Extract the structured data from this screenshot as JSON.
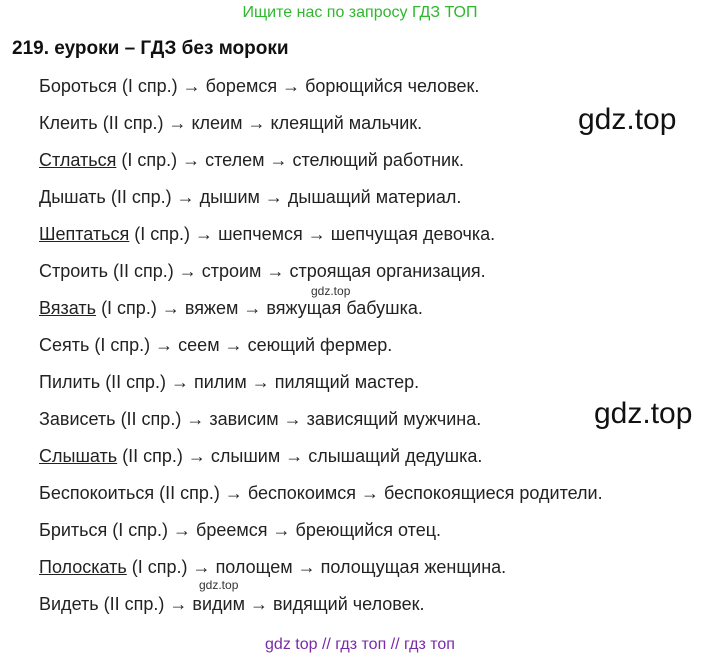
{
  "header": {
    "banner": "Ищите нас по запросу ГДЗ ТОП"
  },
  "task": {
    "title": "219. еуроки – ГДЗ без мороки"
  },
  "watermarks": {
    "big_1": "gdz.top",
    "big_2": "gdz.top",
    "small_1": "gdz.top",
    "small_2": "gdz.top"
  },
  "footer": {
    "text": "gdz top  //  гдз топ  //  гдз топ"
  },
  "rows": [
    {
      "verb": "Бороться",
      "conj": "(I спр.)",
      "form": "боремся",
      "part": "борющийся",
      "noun": "человек.",
      "u": false
    },
    {
      "verb": "Клеить",
      "conj": "(II спр.)",
      "form": "клеим",
      "part": "клеящий",
      "noun": "мальчик.",
      "u": false
    },
    {
      "verb": "Стлаться",
      "conj": "(I спр.)",
      "form": "стелем",
      "part": "стелющий",
      "noun": "работник.",
      "u": true
    },
    {
      "verb": "Дышать",
      "conj": "(II спр.)",
      "form": "дышим",
      "part": "дышащий",
      "noun": "материал.",
      "u": false
    },
    {
      "verb": "Шептаться",
      "conj": "(I спр.)",
      "form": "шепчемся",
      "part": "шепчущая",
      "noun": "девочка.",
      "u": true
    },
    {
      "verb": "Строить",
      "conj": "(II спр.)",
      "form": "строим",
      "part": "строящая",
      "noun": "организация.",
      "u": false
    },
    {
      "verb": "Вязать",
      "conj": "(I спр.)",
      "form": "вяжем",
      "part": "вяжущая",
      "noun": "бабушка.",
      "u": true
    },
    {
      "verb": "Сеять",
      "conj": "(I спр.)",
      "form": "сеем",
      "part": "сеющий",
      "noun": "фермер.",
      "u": false
    },
    {
      "verb": "Пилить",
      "conj": "(II спр.)",
      "form": "пилим",
      "part": "пилящий",
      "noun": "мастер.",
      "u": false
    },
    {
      "verb": "Зависеть",
      "conj": "(II спр.)",
      "form": "зависим",
      "part": "зависящий",
      "noun": "мужчина.",
      "u": false
    },
    {
      "verb": "Слышать",
      "conj": "(II спр.)",
      "form": "слышим",
      "part": "слышащий",
      "noun": "дедушка.",
      "u": true
    },
    {
      "verb": "Беспокоиться",
      "conj": "(II спр.)",
      "form": "беспокоимся",
      "part": "беспокоящиеся",
      "noun": "родители.",
      "u": false
    },
    {
      "verb": "Бриться",
      "conj": "(I спр.)",
      "form": "бреемся",
      "part": "бреющийся",
      "noun": "отец.",
      "u": false
    },
    {
      "verb": "Полоскать",
      "conj": "(I спр.)",
      "form": "полощем",
      "part": "полощущая",
      "noun": "женщина.",
      "u": true
    },
    {
      "verb": "Видеть",
      "conj": "(II спр.)",
      "form": "видим",
      "part": "видящий",
      "noun": "человек.",
      "u": false
    }
  ]
}
